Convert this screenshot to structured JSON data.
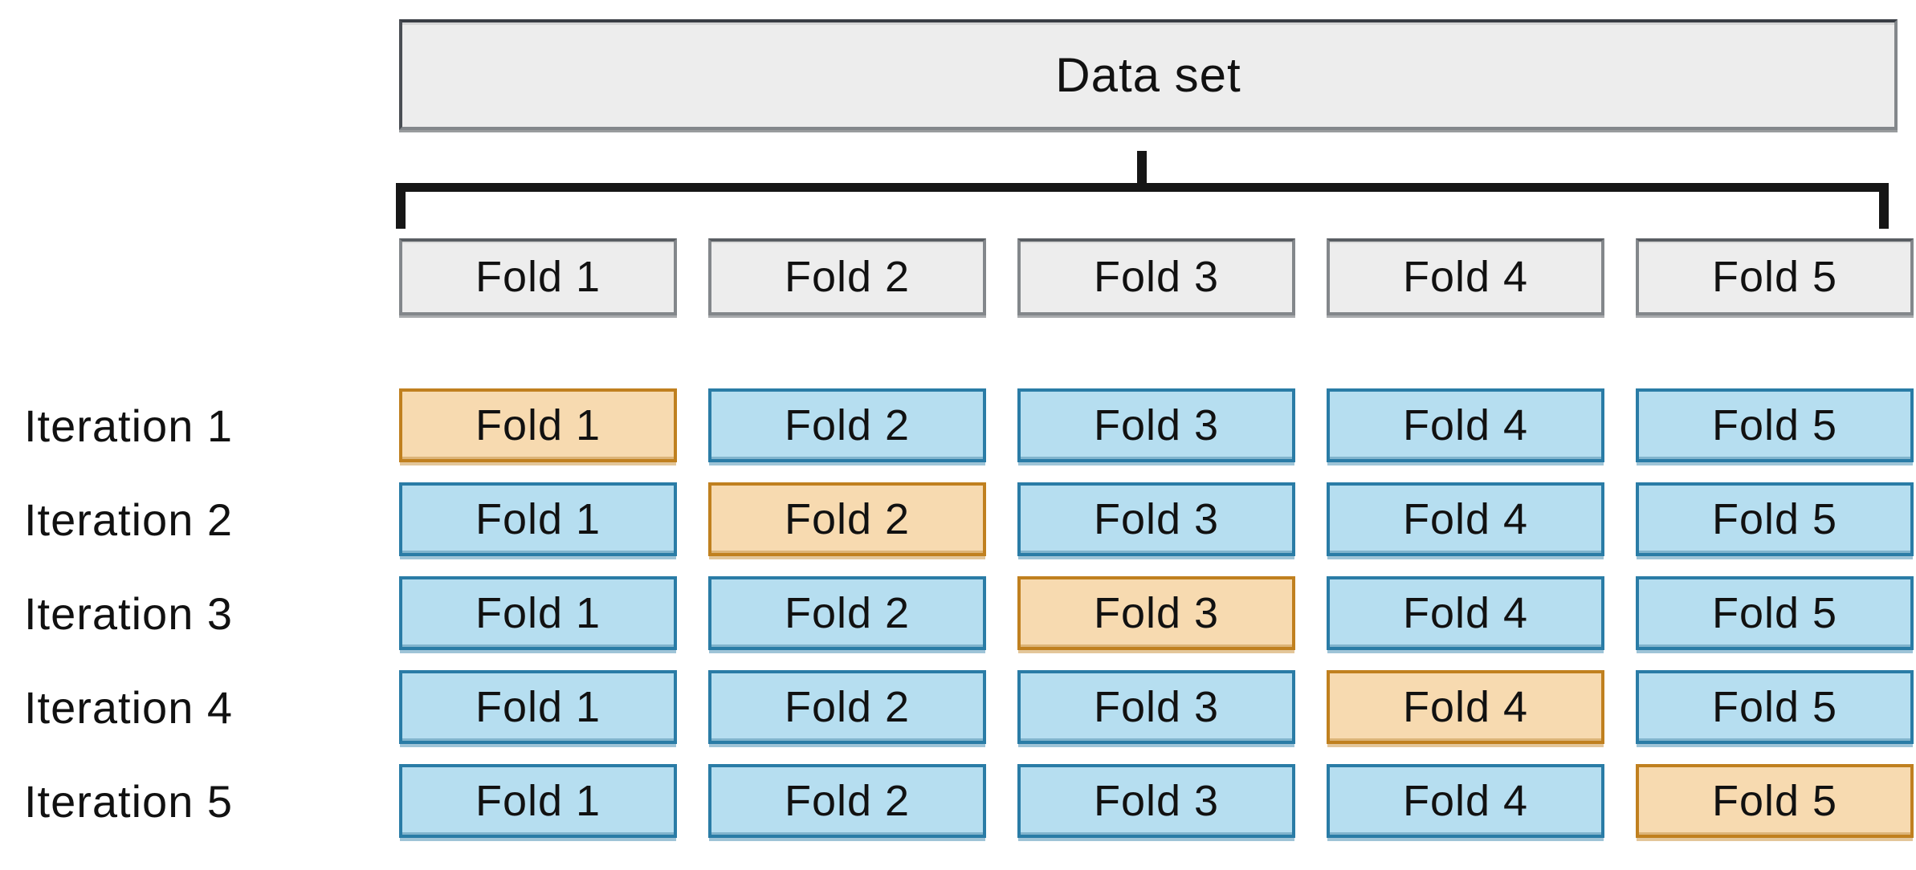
{
  "diagram": {
    "dataset_label": "Data set",
    "fold_headers": [
      "Fold 1",
      "Fold 2",
      "Fold 3",
      "Fold 4",
      "Fold 5"
    ],
    "iterations": [
      {
        "label": "Iteration 1",
        "folds": [
          "Fold 1",
          "Fold 2",
          "Fold 3",
          "Fold 4",
          "Fold 5"
        ],
        "holdout_index": 0
      },
      {
        "label": "Iteration 2",
        "folds": [
          "Fold 1",
          "Fold 2",
          "Fold 3",
          "Fold 4",
          "Fold 5"
        ],
        "holdout_index": 1
      },
      {
        "label": "Iteration 3",
        "folds": [
          "Fold 1",
          "Fold 2",
          "Fold 3",
          "Fold 4",
          "Fold 5"
        ],
        "holdout_index": 2
      },
      {
        "label": "Iteration 4",
        "folds": [
          "Fold 1",
          "Fold 2",
          "Fold 3",
          "Fold 4",
          "Fold 5"
        ],
        "holdout_index": 3
      },
      {
        "label": "Iteration 5",
        "folds": [
          "Fold 1",
          "Fold 2",
          "Fold 3",
          "Fold 4",
          "Fold 5"
        ],
        "holdout_index": 4
      }
    ],
    "colors": {
      "training_fill": "#b6def0",
      "training_border": "#2a7ca6",
      "holdout_fill": "#f7dab0",
      "holdout_border": "#c0801f",
      "neutral_fill": "#ededed",
      "neutral_border": "#83878b",
      "bracket": "#161616",
      "text": "#111111"
    }
  }
}
